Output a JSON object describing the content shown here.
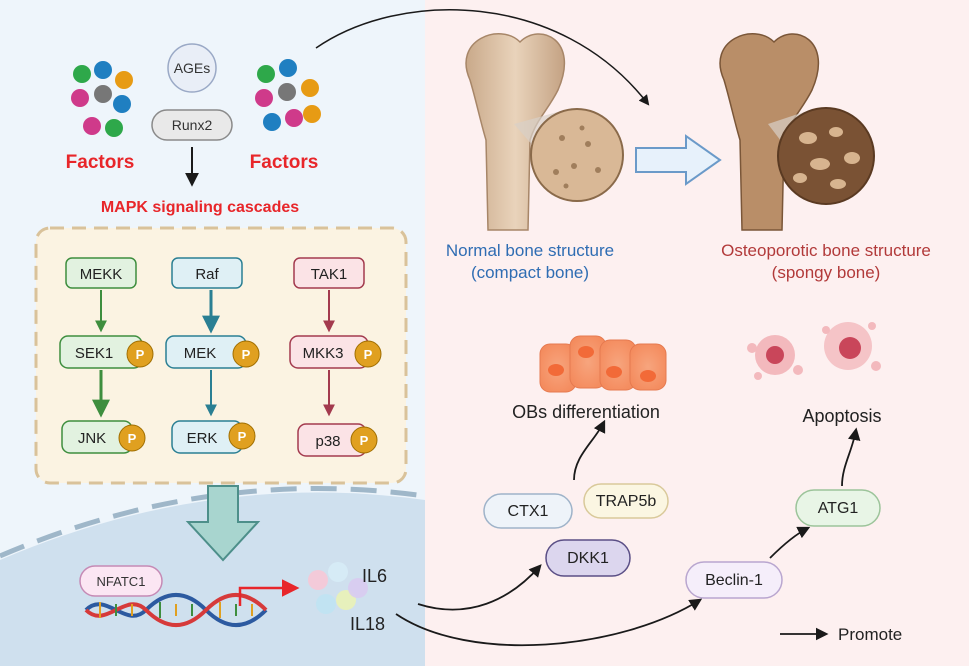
{
  "left_panel": {
    "ages_label": "AGEs",
    "runx2_label": "Runx2",
    "factors_left": "Factors",
    "factors_right": "Factors",
    "mapk_title": "MAPK signaling cascades",
    "phospho_label": "P",
    "columns": [
      {
        "top": "MEKK",
        "mid": "SEK1",
        "bottom": "JNK"
      },
      {
        "top": "Raf",
        "mid": "MEK",
        "bottom": "ERK"
      },
      {
        "top": "TAK1",
        "mid": "MKK3",
        "bottom": "p38"
      }
    ],
    "nfatc1": "NFATC1",
    "il6": "IL6",
    "il18": "IL18"
  },
  "right_panel": {
    "normal_bone_line1": "Normal bone structure",
    "normal_bone_line2": "(compact bone)",
    "osteo_bone_line1": "Osteoporotic bone structure",
    "osteo_bone_line2": "(spongy bone)",
    "obs_diff": "OBs differentiation",
    "apoptosis": "Apoptosis",
    "ctx1": "CTX1",
    "trap5b": "TRAP5b",
    "dkk1": "DKK1",
    "atg1": "ATG1",
    "beclin1": "Beclin-1",
    "legend_promote": "Promote"
  },
  "colors": {
    "left_bg": "#eef5fb",
    "right_bg": "#fdf0f0",
    "factors_red": "#e8262a",
    "green": "#3e8e3e",
    "teal": "#2a7f93",
    "maroon": "#a33a4e",
    "phospho": "#e0a020",
    "normal_blue": "#2f6db3",
    "osteo_red": "#b23a3a"
  }
}
